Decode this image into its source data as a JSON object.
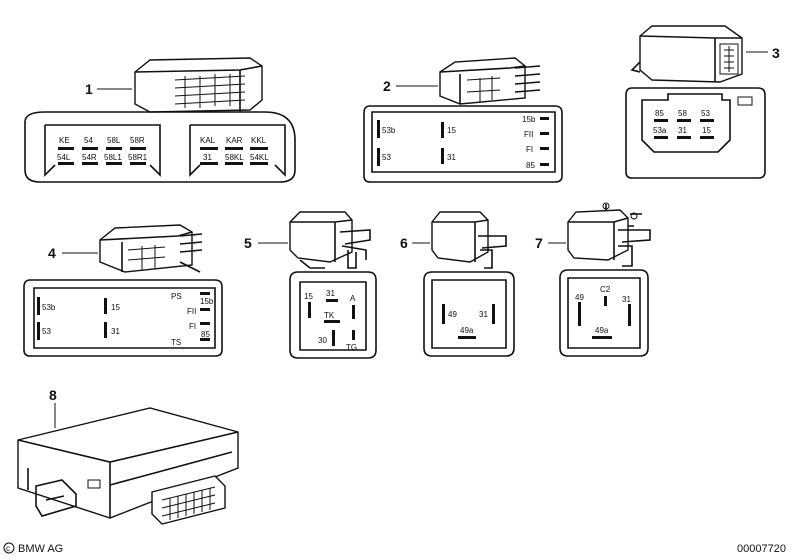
{
  "title": "",
  "callouts": [
    "1",
    "2",
    "3",
    "4",
    "5",
    "6",
    "7",
    "8"
  ],
  "pinouts": {
    "p1_left": [
      "KE",
      "54",
      "58L",
      "58R",
      "54L",
      "54R",
      "58L1",
      "58R1"
    ],
    "p1_right": [
      "KAL",
      "KAR",
      "KKL",
      "31",
      "58KL",
      "54KL"
    ],
    "p2": [
      "53b",
      "15",
      "15b",
      "FII",
      "FI",
      "53",
      "31",
      "85"
    ],
    "p3": [
      "85",
      "58",
      "53",
      "53a",
      "31",
      "15"
    ],
    "p4": [
      "53b",
      "15",
      "PS",
      "15b",
      "FII",
      "FI",
      "53",
      "31",
      "TS",
      "85"
    ],
    "p5": [
      "15",
      "31",
      "A",
      "TK",
      "30",
      "TG"
    ],
    "p6": [
      "49",
      "31",
      "49a"
    ],
    "p7": [
      "C2",
      "49",
      "31",
      "49a"
    ]
  },
  "footer": {
    "brand": "BMW AG",
    "code": "00007720"
  },
  "colors": {
    "ink": "#111111",
    "background": "#ffffff"
  }
}
